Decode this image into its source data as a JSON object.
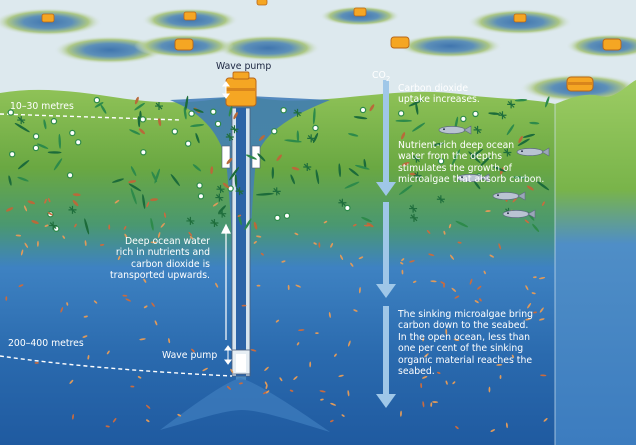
{
  "labels": {
    "wave_pump_top": "Wave pump",
    "co2": "CO",
    "co2_subscript": "2",
    "co2_uptake": "Carbon dioxide\nuptake increases.",
    "depth_shallow": "10–30 metres",
    "nutrient_rich": "Nutrient-rich deep ocean\nwater from the depths\nstimulates the growth of\nmicroalgae that absorb carbon.",
    "deep_water": "Deep ocean water\nrich in nutrients and\ncarbon dioxide is\ntransported upwards.",
    "depth_deep": "200–400 metres",
    "wave_pump_bottom": "Wave pump",
    "sinking": "The sinking microalgae bring\ncarbon down to the seabed.\nIn the open ocean, less than\none per cent of the sinking\norganic material reaches the\nseabed."
  },
  "colors": {
    "sky": "#dde9ee",
    "surface_green": "#8fc257",
    "mid_green": "#62a63e",
    "blue_light": "#3e82c2",
    "blue_deep": "#1f5aa0",
    "pump_orange": "#f5a623",
    "arrow": "#9fc7e8",
    "fish": "#b9c3d2"
  },
  "icons": {
    "wave_pump": "buoy-pump-icon",
    "fish": "fish-icon",
    "arrow": "down-arrow-icon"
  }
}
